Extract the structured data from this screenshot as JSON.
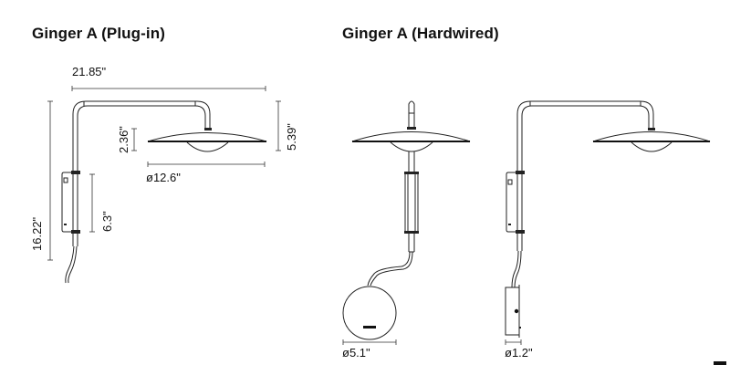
{
  "sections": [
    {
      "title": "Ginger A (Plug-in)",
      "dimensions": {
        "arm_length": "21.85\"",
        "shade_height": "2.36\"",
        "total_lamp_height": "5.39\"",
        "shade_diameter": "ø12.6\"",
        "overall_height": "16.22\"",
        "bracket_height": "6.3\""
      }
    },
    {
      "title": "Ginger A (Hardwired)",
      "dimensions": {
        "base_diameter": "ø5.1\"",
        "canopy_diameter": "ø1.2\""
      }
    }
  ],
  "colors": {
    "line": "#222222",
    "background": "#ffffff",
    "text": "#111111"
  }
}
